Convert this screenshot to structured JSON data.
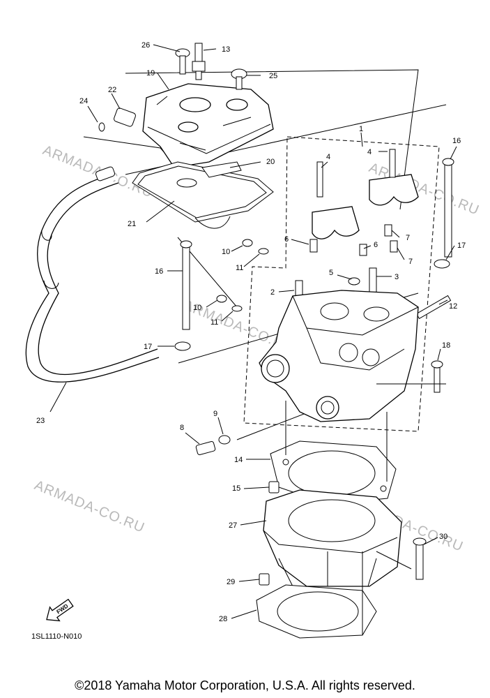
{
  "watermark": "ARMADA-CO.RU",
  "diagram_code": "1SL1110-N010",
  "fwd_label": "FWD",
  "copyright": "©2018 Yamaha Motor Corporation, U.S.A. All rights reserved.",
  "parts": [
    "1",
    "2",
    "3",
    "4",
    "5",
    "6",
    "7",
    "8",
    "9",
    "10",
    "11",
    "12",
    "13",
    "14",
    "15",
    "16",
    "17",
    "18",
    "19",
    "20",
    "21",
    "22",
    "23",
    "24",
    "25",
    "26",
    "27",
    "28",
    "29",
    "30"
  ]
}
